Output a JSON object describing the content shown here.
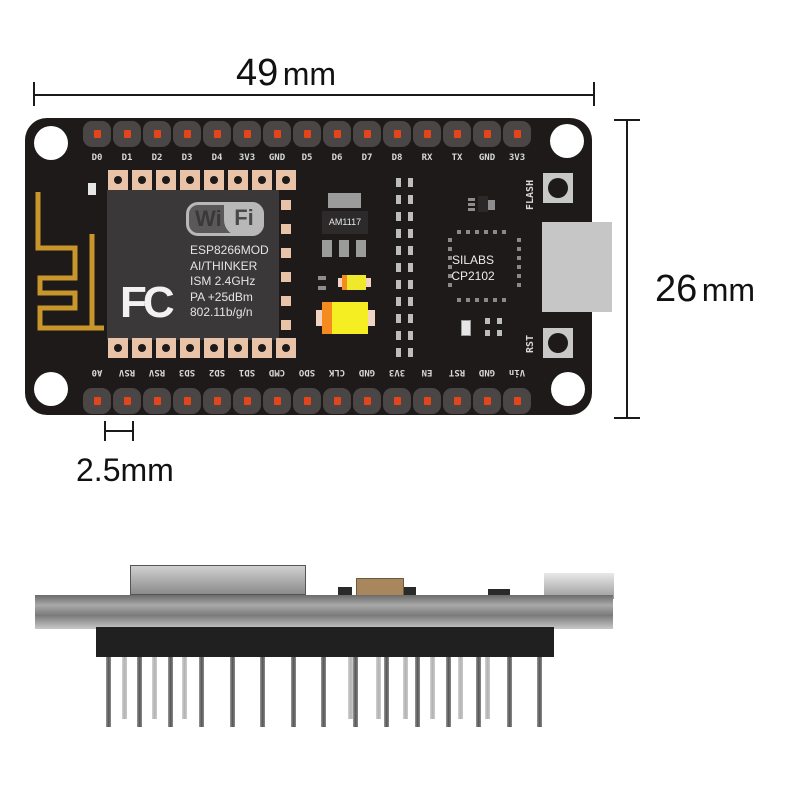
{
  "dimensions": {
    "width": {
      "value": "49",
      "unit": "mm"
    },
    "height": {
      "value": "26",
      "unit": "mm"
    },
    "pin_pitch": {
      "value": "2.5mm"
    }
  },
  "board": {
    "top_pins": [
      "D0",
      "D1",
      "D2",
      "D3",
      "D4",
      "3V3",
      "GND",
      "D5",
      "D6",
      "D7",
      "D8",
      "RX",
      "TX",
      "GND",
      "3V3"
    ],
    "bottom_pins": [
      "A0",
      "RSV",
      "RSV",
      "SD3",
      "SD2",
      "SD1",
      "CMD",
      "SDO",
      "CLK",
      "GND",
      "3V3",
      "EN",
      "RST",
      "GND",
      "Vin"
    ],
    "module": {
      "logo_wi": "Wi",
      "logo_fi": "Fi",
      "lines": [
        "ESP8266MOD",
        "AI/THINKER",
        "ISM 2.4GHz",
        "PA +25dBm",
        "802.11b/g/n"
      ],
      "cert": "FC"
    },
    "regulator": "AM1117",
    "usb_chip": {
      "line1": "SILABS",
      "line2": "CP2102"
    },
    "buttons": {
      "flash": "FLASH",
      "reset": "RST"
    }
  },
  "colors": {
    "pcb": "#1d1a19",
    "pin_header": "#4a4645",
    "pin_dot": "#e2441c",
    "pad": "#e8c3a8",
    "antenna": "#c9962b",
    "capacitor": "#f4ee23",
    "cap_band": "#f58a1f"
  }
}
